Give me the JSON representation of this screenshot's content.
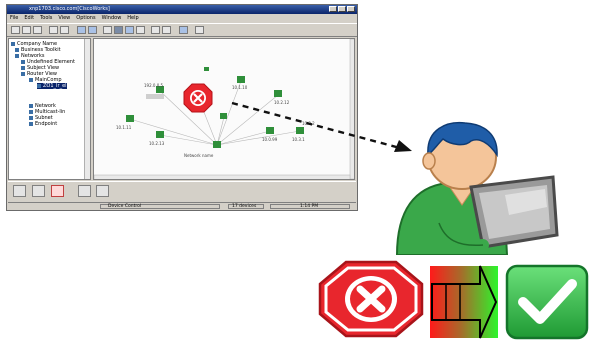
{
  "window": {
    "title": "xnp1703.cisco.com[CiscoWorks]",
    "menu": [
      "File",
      "Edit",
      "Tools",
      "View",
      "Options",
      "Window",
      "Help"
    ],
    "tree": [
      {
        "label": "Company Name",
        "indent": 0
      },
      {
        "label": "Business Toolkit",
        "indent": 0
      },
      {
        "label": "Networks",
        "indent": 0
      },
      {
        "label": "Undefined Element",
        "indent": 1
      },
      {
        "label": "Subject View",
        "indent": 1
      },
      {
        "label": "Router View",
        "indent": 1
      },
      {
        "label": "MainComp",
        "indent": 2
      },
      {
        "label": "ZO1_Ir_el",
        "indent": 3
      },
      {
        "label": "Network",
        "indent": 2
      },
      {
        "label": "Multicast-lin",
        "indent": 2
      },
      {
        "label": "Subnet",
        "indent": 2
      },
      {
        "label": "Endpoint",
        "indent": 2
      }
    ],
    "map_nodes": [
      "10.1.10",
      "192.0.0.5",
      "10.2.12",
      "10.1.11",
      "10.2.13",
      "10.0.99",
      "10.3.1",
      "10.3.2"
    ],
    "map_center_label": "Network name",
    "status_left": "Device Control",
    "status_right": "17 devices",
    "status_time": "1:14 PM"
  },
  "colors": {
    "stop": "#e8262d",
    "check": "#2fbf4a",
    "shirt": "#3aa84a",
    "hair": "#1f5da8",
    "skin": "#f4c59a"
  },
  "icons": {
    "error": "error-stop-icon",
    "ok": "check-icon",
    "transition": "red-to-green-arrow-icon",
    "user": "user-with-laptop-icon"
  }
}
